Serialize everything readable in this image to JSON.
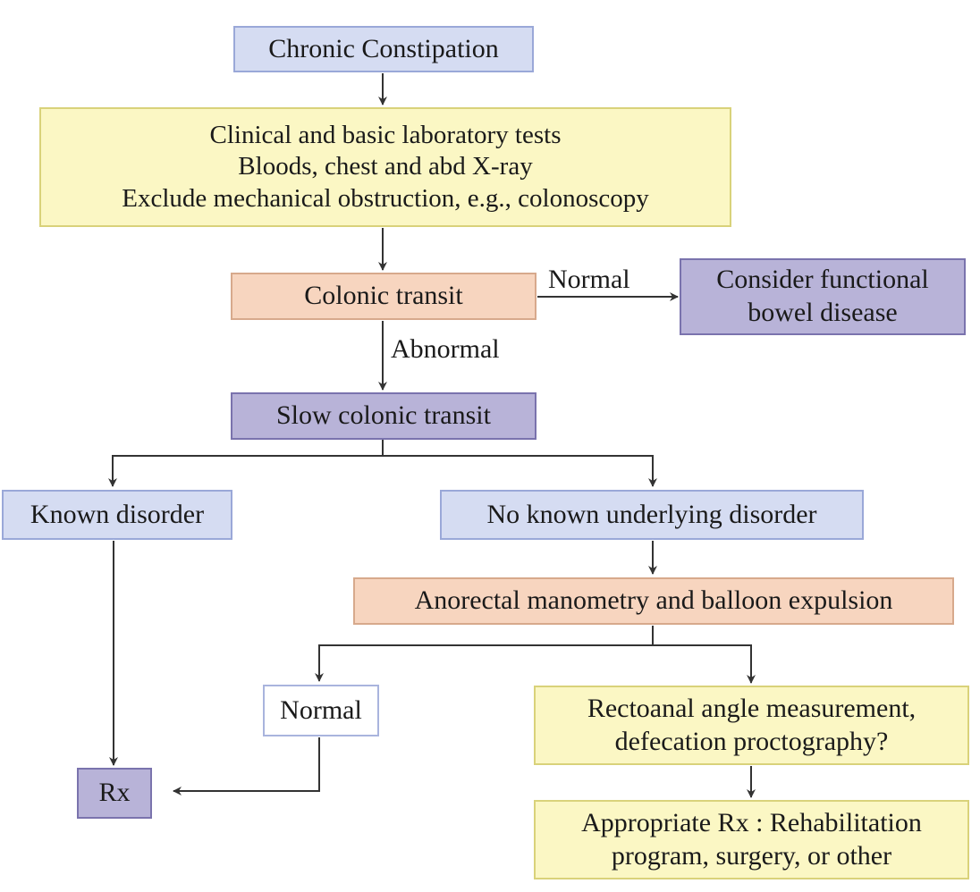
{
  "nodes": {
    "chronic_constipation": {
      "lines": [
        "Chronic Constipation"
      ]
    },
    "clinical_tests": {
      "lines": [
        "Clinical and basic laboratory tests",
        "Bloods, chest and abd X-ray",
        "Exclude mechanical obstruction, e.g., colonoscopy"
      ]
    },
    "colonic_transit": {
      "lines": [
        "Colonic transit"
      ]
    },
    "functional_bowel": {
      "lines": [
        "Consider functional",
        "bowel disease"
      ]
    },
    "slow_transit": {
      "lines": [
        "Slow colonic transit"
      ]
    },
    "known_disorder": {
      "lines": [
        "Known disorder"
      ]
    },
    "no_known_disorder": {
      "lines": [
        "No known underlying disorder"
      ]
    },
    "anorectal": {
      "lines": [
        "Anorectal manometry and balloon expulsion"
      ]
    },
    "normal_result": {
      "lines": [
        "Normal"
      ]
    },
    "rectoanal": {
      "lines": [
        "Rectoanal angle measurement,",
        "defecation proctography?"
      ]
    },
    "rx": {
      "lines": [
        "Rx"
      ]
    },
    "appropriate_rx": {
      "lines": [
        "Appropriate Rx : Rehabilitation",
        "program, surgery, or other"
      ]
    }
  },
  "edge_labels": {
    "normal": "Normal",
    "abnormal": "Abnormal"
  },
  "colors": {
    "blue_fill": "#d5dcf2",
    "yellow_fill": "#fbf7c4",
    "orange_fill": "#f7d5bf",
    "purple_fill": "#b8b3d8",
    "line": "#333333"
  }
}
